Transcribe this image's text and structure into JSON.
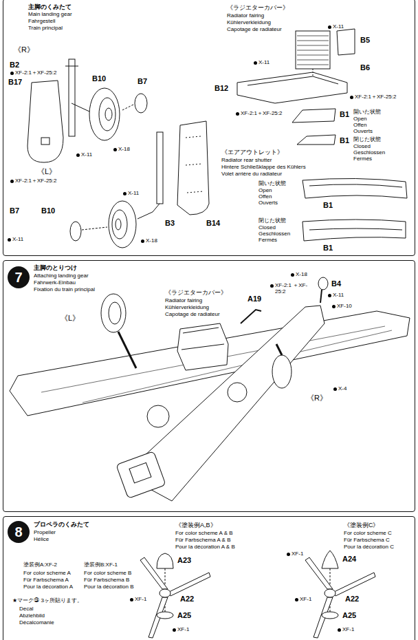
{
  "diagram": {
    "nodes": [
      {
        "text": [
          "主脚のくみたて",
          "Main landing gear",
          "Fahrgestell",
          "Train principal"
        ]
      },
      {
        "text": [
          "主脚のとりつけ",
          "Attaching landing gear",
          "Fahrwerk-Einbau",
          "Fixation du train principal"
        ]
      },
      {
        "text": [
          "7"
        ],
        "in": 1
      },
      {
        "text": [
          "プロペラのくみたて",
          "Propeller",
          "Hélice"
        ]
      },
      {
        "text": [
          "8"
        ],
        "in": 3
      }
    ],
    "labels": [
      "《R》",
      "B2",
      "B17",
      "XF-2:1＋XF-25:2",
      "B10",
      "B7",
      "X-11",
      "X-18",
      "《L》",
      "XF-2:1＋XF-25:2",
      "X-11",
      "B7",
      "B10",
      "X-11",
      "X-18",
      "B3",
      "B14",
      "《ラジエターカバー》",
      "Radiator fairing",
      "Kühlerverkleidung",
      "Capotage de radiateur",
      "X-11",
      "B5",
      "X-11",
      "B6",
      "B12",
      "XF-2:1＋XF-25:2",
      "XF-2:1＋XF-25:2",
      "B1",
      "開いた状態",
      "Open",
      "Offen",
      "Ouverts",
      "B1",
      "閉じた状態",
      "Closed",
      "Geschlossen",
      "Fermés",
      "《エアアウトレット》",
      "Radiator rear shutter",
      "Hintere Schließklappe des Kühlers",
      "Volet arrière du radiateur",
      "開いた状態",
      "Open",
      "Offen",
      "Ouverts",
      "B1",
      "閉じた状態",
      "Closed",
      "Geschlossen",
      "Fermés",
      "B1",
      "《L》",
      "《ラジエターカバー》",
      "Radiator fairing",
      "Kühlerverkleidung",
      "Capotage de radiateur",
      "A19",
      "X-18",
      "B4",
      "XF-2:1 ＋XF-25:2",
      "X-11",
      "XF-10",
      "X-4",
      "《R》",
      "《塗装例A,B》",
      "For color scheme A & B",
      "Für Farbschema A & B",
      "Pour la décoration A & B",
      "《塗装例C》",
      "For color scheme C",
      "Für Farbschema C",
      "Pour la décoration C",
      "塗装例A:XF-2",
      "For color scheme A",
      "Für Farbschema A",
      "Pour la décoration A",
      "塗装例B:XF-1",
      "For color scheme B",
      "Für Farbschema B",
      "Pour la décoration B",
      "★マーク㉓ 3ヶ所貼ります。",
      "Decal",
      "Abziehbild",
      "Décalcomanie",
      "A23",
      "XF-1",
      "A22",
      "A25",
      "XF-1",
      "XF-1",
      "A24",
      "XF-1",
      "A22",
      "A25",
      "XF-1"
    ]
  }
}
